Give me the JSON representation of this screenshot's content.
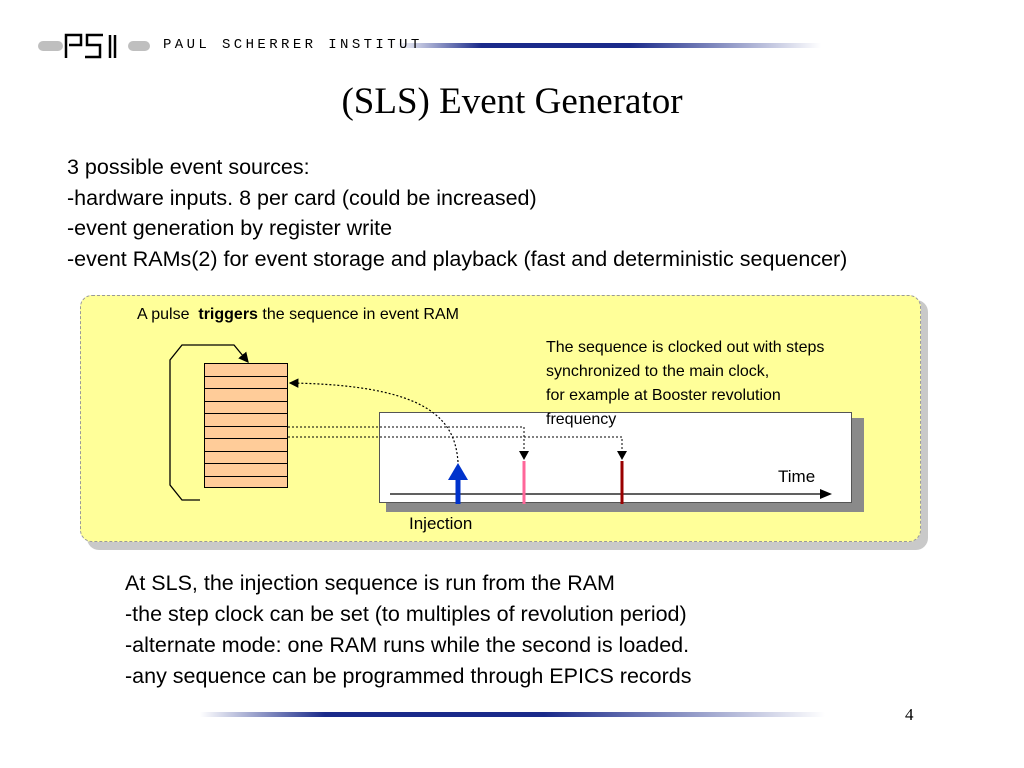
{
  "header": {
    "logo_text": "PSI",
    "institute": "PAUL SCHERRER INSTITUT"
  },
  "slide": {
    "title": "(SLS) Event Generator",
    "intro_lines": [
      "3 possible event sources:",
      "-hardware inputs. 8 per card (could be increased)",
      "-event generation by register write",
      "-event RAMs(2) for event storage and playback (fast and deterministic sequencer)"
    ],
    "diagram": {
      "pulse_prefix": "A pulse",
      "pulse_bold": "triggers",
      "pulse_suffix": " the sequence in event RAM",
      "sequence_lines": [
        "The sequence is clocked out  with steps",
        "synchronized to the main clock,",
        "for example at Booster revolution",
        "frequency"
      ],
      "time_label": "Time",
      "injection_label": "Injection",
      "colors": {
        "panel": "#ffff99",
        "ram": "#ffcc99",
        "injection_arrow": "#0033cc",
        "event_1": "#ff6699",
        "event_2": "#990000"
      }
    },
    "bottom_lines": [
      "At SLS, the injection sequence is run from the RAM",
      "-the step clock can be set (to multiples of revolution period)",
      "-alternate mode: one RAM runs while the second is loaded.",
      "-any sequence can be programmed through EPICS records"
    ],
    "page_number": "4"
  }
}
